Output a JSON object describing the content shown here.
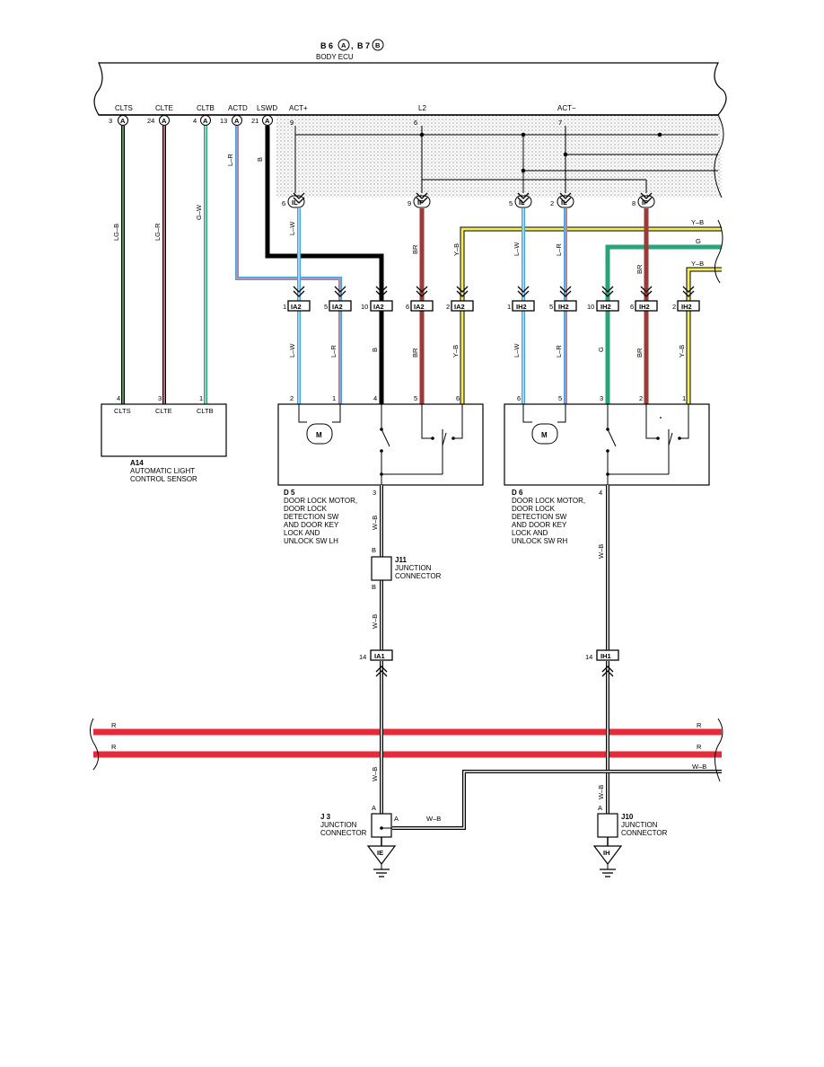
{
  "header": {
    "connector_b6": "B 6",
    "connector_b6_badge": "A",
    "connector_b7": "B 7",
    "connector_b7_badge": "B",
    "separator": ",",
    "ecu_name": "BODY ECU"
  },
  "ecu_terminals": [
    {
      "label": "CLTS",
      "pin": "3",
      "badge": "A"
    },
    {
      "label": "CLTE",
      "pin": "24",
      "badge": "A"
    },
    {
      "label": "CLTB",
      "pin": "4",
      "badge": "A"
    },
    {
      "label": "ACTD",
      "pin": "13",
      "badge": "A"
    },
    {
      "label": "LSWD",
      "pin": "21",
      "badge": "A"
    },
    {
      "label": "ACT+",
      "pin": "9"
    },
    {
      "label": "L2",
      "pin": "6"
    },
    {
      "label": "ACT−",
      "pin": "7"
    }
  ],
  "ecu_connectors": [
    {
      "pin": "6",
      "id": "IL"
    },
    {
      "pin": "9",
      "id": "IF"
    },
    {
      "pin": "5",
      "id": "IL"
    },
    {
      "pin": "2",
      "id": "IL"
    },
    {
      "pin": "8",
      "id": "IF"
    }
  ],
  "mid_connectors": [
    {
      "pin": "1",
      "id": "IA2"
    },
    {
      "pin": "5",
      "id": "IA2"
    },
    {
      "pin": "10",
      "id": "IA2"
    },
    {
      "pin": "6",
      "id": "IA2"
    },
    {
      "pin": "2",
      "id": "IA2"
    },
    {
      "pin": "1",
      "id": "IH2"
    },
    {
      "pin": "5",
      "id": "IH2"
    },
    {
      "pin": "10",
      "id": "IH2"
    },
    {
      "pin": "6",
      "id": "IH2"
    },
    {
      "pin": "2",
      "id": "IH2"
    }
  ],
  "wire_colors": {
    "lg_b": "LG–B",
    "lg_r": "LG–R",
    "g_w": "G–W",
    "l_r": "L–R",
    "b": "B",
    "l_w": "L–W",
    "br": "BR",
    "y_b": "Y–B",
    "g": "G",
    "w_b": "W–B",
    "r": "R"
  },
  "sensor": {
    "pins": [
      "4",
      "3",
      "1"
    ],
    "terminals": [
      "CLTS",
      "CLTE",
      "CLTB"
    ],
    "code": "A14",
    "name_line1": "AUTOMATIC LIGHT",
    "name_line2": "CONTROL SENSOR"
  },
  "motor_lh": {
    "pins": [
      "2",
      "1",
      "4",
      "5",
      "6"
    ],
    "bottom_pin": "3",
    "motor_label": "M",
    "code": "D 5",
    "lines": [
      "DOOR LOCK MOTOR,",
      "DOOR LOCK",
      "DETECTION SW",
      "AND DOOR KEY",
      "LOCK AND",
      "UNLOCK SW LH"
    ]
  },
  "motor_rh": {
    "pins": [
      "6",
      "5",
      "3",
      "2",
      "1"
    ],
    "bottom_pin": "4",
    "motor_label": "M",
    "code": "D 6",
    "lines": [
      "DOOR LOCK MOTOR,",
      "DOOR LOCK",
      "DETECTION SW",
      "AND DOOR KEY",
      "LOCK AND",
      "UNLOCK SW RH"
    ]
  },
  "j11": {
    "code": "J11",
    "line1": "JUNCTION",
    "line2": "CONNECTOR",
    "pin_top": "B",
    "pin_bottom": "B"
  },
  "j3": {
    "code": "J 3",
    "line1": "JUNCTION",
    "line2": "CONNECTOR",
    "pin_a": "A",
    "pin_a2": "A"
  },
  "j10": {
    "code": "J10",
    "line1": "JUNCTION",
    "line2": "CONNECTOR",
    "pin_a": "A"
  },
  "lower_connectors": [
    {
      "pin": "14",
      "id": "IA1"
    },
    {
      "pin": "14",
      "id": "IH1"
    }
  ],
  "grounds": [
    "IE",
    "IH"
  ],
  "colors": {
    "red": "#e8293a",
    "blue": "#3fa4e0",
    "pink": "#e8879a",
    "green": "#2aa37a",
    "brown": "#9b3a36",
    "yellow": "#f4ec5a",
    "black": "#000000"
  }
}
